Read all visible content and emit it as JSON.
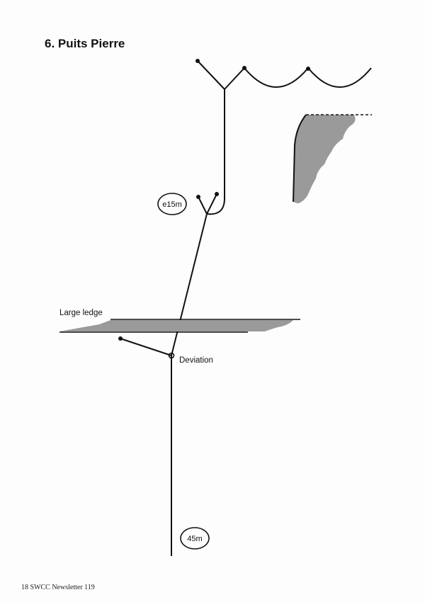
{
  "title": "6. Puits Pierre",
  "labels": {
    "large_ledge": "Large ledge",
    "deviation": "Deviation",
    "pitch_top": "e15m",
    "pitch_main": "45m"
  },
  "footer": "18  SWCC Newsletter 119",
  "colors": {
    "line": "#111111",
    "rock_fill": "#9a9a9a"
  }
}
